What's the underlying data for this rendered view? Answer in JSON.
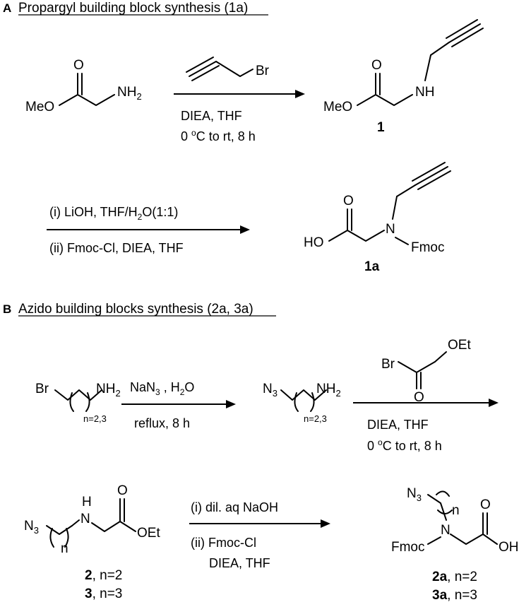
{
  "sections": {
    "a": {
      "letter": "A",
      "title": "Propargyl building block synthesis (1a)"
    },
    "b": {
      "letter": "B",
      "title": "Azido building blocks synthesis (2a, 3a)"
    }
  },
  "molecules": {
    "meo_ester_amine": {
      "meo": "MeO",
      "o": "O",
      "nh": "NH",
      "nh_sub": "2"
    },
    "propargyl_bromide": {
      "br": "Br"
    },
    "cmpd1": {
      "meo": "MeO",
      "o": "O",
      "nh": "NH",
      "id": "1"
    },
    "cmpd1a": {
      "ho": "HO",
      "o": "O",
      "n": "N",
      "fmoc": "Fmoc",
      "id": "1a"
    },
    "bromoalkylamine": {
      "br": "Br",
      "nh": "NH",
      "nh_sub": "2",
      "n_range": "n=2,3"
    },
    "azidoalkylamine": {
      "n3": "N",
      "n3_sub": "3",
      "nh": "NH",
      "nh_sub": "2",
      "n_range": "n=2,3"
    },
    "ethyl_bromoacetate": {
      "br": "Br",
      "oet": "OEt",
      "o": "O"
    },
    "cmpd2_3": {
      "n3": "N",
      "n3_sub": "3",
      "h": "H",
      "n": "N",
      "o": "O",
      "oet": "OEt",
      "n_index": "n",
      "id2": "2",
      "label2": ", n=2",
      "id3": "3",
      "label3": ", n=3"
    },
    "cmpd2a_3a": {
      "n3": "N",
      "n3_sub": "3",
      "n_index": "n",
      "n": "N",
      "fmoc": "Fmoc",
      "o": "O",
      "oh": "OH",
      "id2a": "2a",
      "label2a": ", n=2",
      "id3a": "3a",
      "label3a": ", n=3"
    }
  },
  "conditions": {
    "a_step1": {
      "line1": "DIEA, THF",
      "line2_pre": "0 ",
      "line2_sup": "o",
      "line2_post": "C to rt, 8 h"
    },
    "a_step2": {
      "line1_pre": "(i) LiOH, THF/H",
      "line1_sub": "2",
      "line1_post": "O(1:1)",
      "line2": "(ii) Fmoc-Cl, DIEA, THF"
    },
    "b_step1": {
      "line1_pre": "NaN",
      "line1_sub": "3",
      "line1_mid": " , H",
      "line1_sub2": "2",
      "line1_post": "O",
      "line2": "reflux, 8 h"
    },
    "b_step2": {
      "line1": "DIEA, THF",
      "line2_pre": "0 ",
      "line2_sup": "o",
      "line2_post": "C to rt, 8 h"
    },
    "b_step3": {
      "line1": "(i) dil. aq NaOH",
      "line2": "(ii)  Fmoc-Cl",
      "line3": "DIEA, THF"
    }
  }
}
